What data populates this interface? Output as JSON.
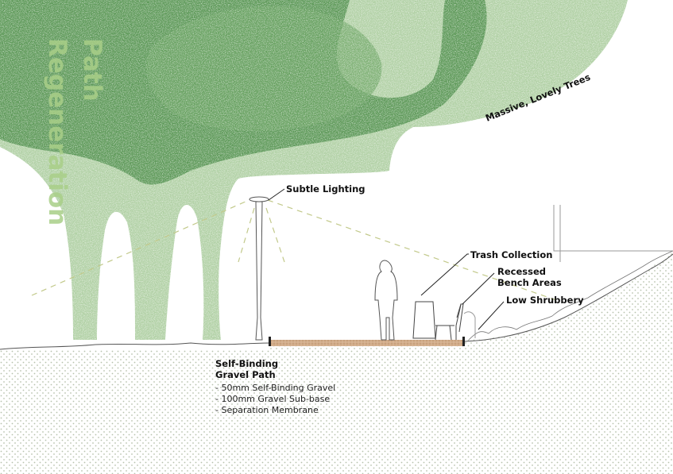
{
  "title": {
    "line1": "Path",
    "line2": "Regeneration"
  },
  "labels": {
    "trees": "Massive, Lovely Trees",
    "lighting": "Subtle Lighting",
    "trash": "Trash Collection",
    "bench_line1": "Recessed",
    "bench_line2": "Bench Areas",
    "shrubbery": "Low Shrubbery",
    "path_line1": "Self-Binding",
    "path_line2": "Gravel Path"
  },
  "path_layers": [
    "- 50mm Self-Binding Gravel",
    "- 100mm Gravel Sub-base",
    "- Separation Membrane"
  ],
  "colors": {
    "canopy_dark": "#4e8f4a",
    "canopy_light": "#9cc48d",
    "title_green": "#a9cf88",
    "ground_dot": "#bcc4b0",
    "gravel": "#c9a07c",
    "light_beam": "#c2c98a"
  }
}
